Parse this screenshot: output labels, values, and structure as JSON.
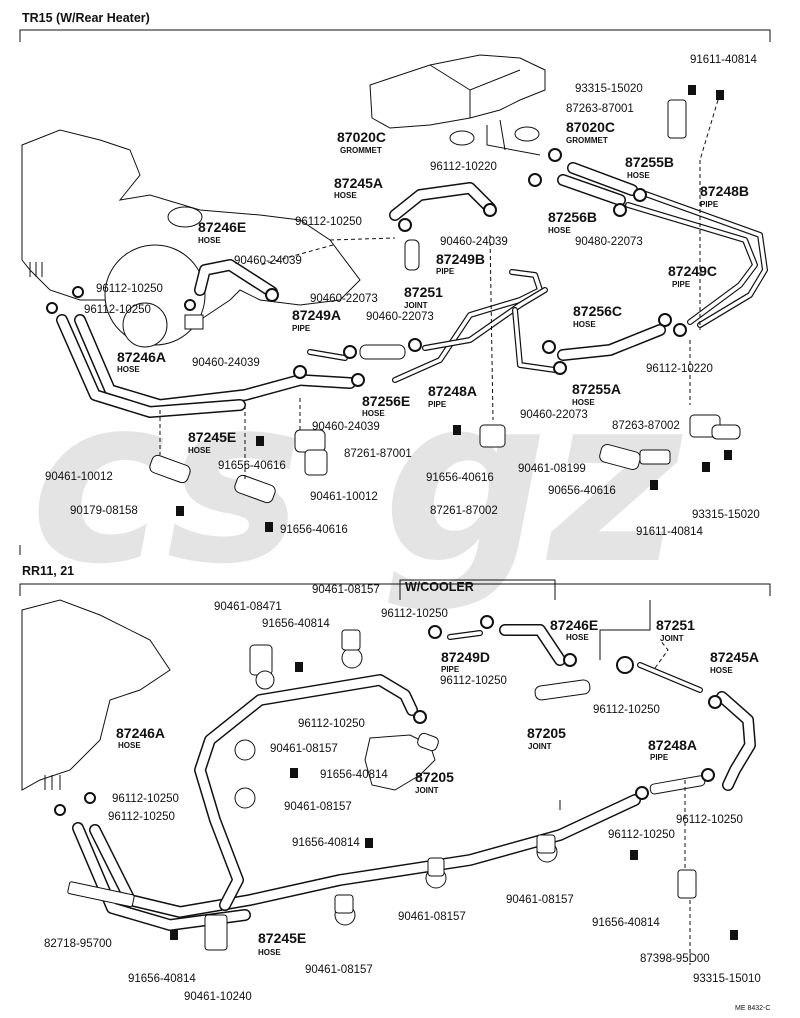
{
  "sections": [
    {
      "title": "TR15 (W/Rear Heater)"
    },
    {
      "title": "RR11, 21"
    }
  ],
  "watermark": "cs gz",
  "subtitle": "W/COOLER",
  "doc_code": "ME 8432-C",
  "labels": {
    "top": [
      "91611-40814",
      "93315-15020",
      "87263-87001",
      "87020C",
      "GROMMET",
      "87020C",
      "GROMMET",
      "96112-10220",
      "87255B",
      "HOSE",
      "87248B",
      "PIPE",
      "87256B",
      "HOSE",
      "90480-22073",
      "87245A",
      "HOSE",
      "96112-10250",
      "87246E",
      "HOSE",
      "90460-24039",
      "87249B",
      "PIPE",
      "87249C",
      "PIPE",
      "90460-24039",
      "96112-10250",
      "96112-10250",
      "90460-22073",
      "87251",
      "JOINT",
      "87249A",
      "PIPE",
      "90460-22073",
      "87256C",
      "HOSE",
      "87246A",
      "HOSE",
      "90460-24039",
      "87248A",
      "PIPE",
      "87256E",
      "HOSE",
      "87255A",
      "HOSE",
      "96112-10220",
      "90460-24039",
      "90460-22073",
      "87263-87002",
      "87245E",
      "HOSE",
      "91656-40616",
      "87261-87001",
      "91656-40616",
      "90461-10012",
      "90461-08199",
      "90656-40616",
      "93315-15020",
      "87261-87002",
      "90461-10012",
      "90179-08158",
      "91611-40814",
      "91656-40616"
    ],
    "bottom": [
      "90461-08157",
      "90461-08471",
      "91656-40814",
      "96112-10250",
      "87246E",
      "HOSE",
      "87251",
      "JOINT",
      "87249D",
      "PIPE",
      "87245A",
      "HOSE",
      "96112-10250",
      "87246A",
      "HOSE",
      "96112-10250",
      "96112-10250",
      "87205",
      "JOINT",
      "90461-08157",
      "91656-40814",
      "87205",
      "JOINT",
      "87248A",
      "PIPE",
      "90461-08157",
      "96112-10250",
      "96112-10250",
      "96112-10250",
      "96112-10250",
      "91656-40814",
      "90461-08157",
      "91656-40814",
      "82718-95700",
      "87245E",
      "HOSE",
      "90461-08157",
      "90461-08157",
      "87398-95D00",
      "91656-40814",
      "93315-15010",
      "90461-10240"
    ]
  }
}
